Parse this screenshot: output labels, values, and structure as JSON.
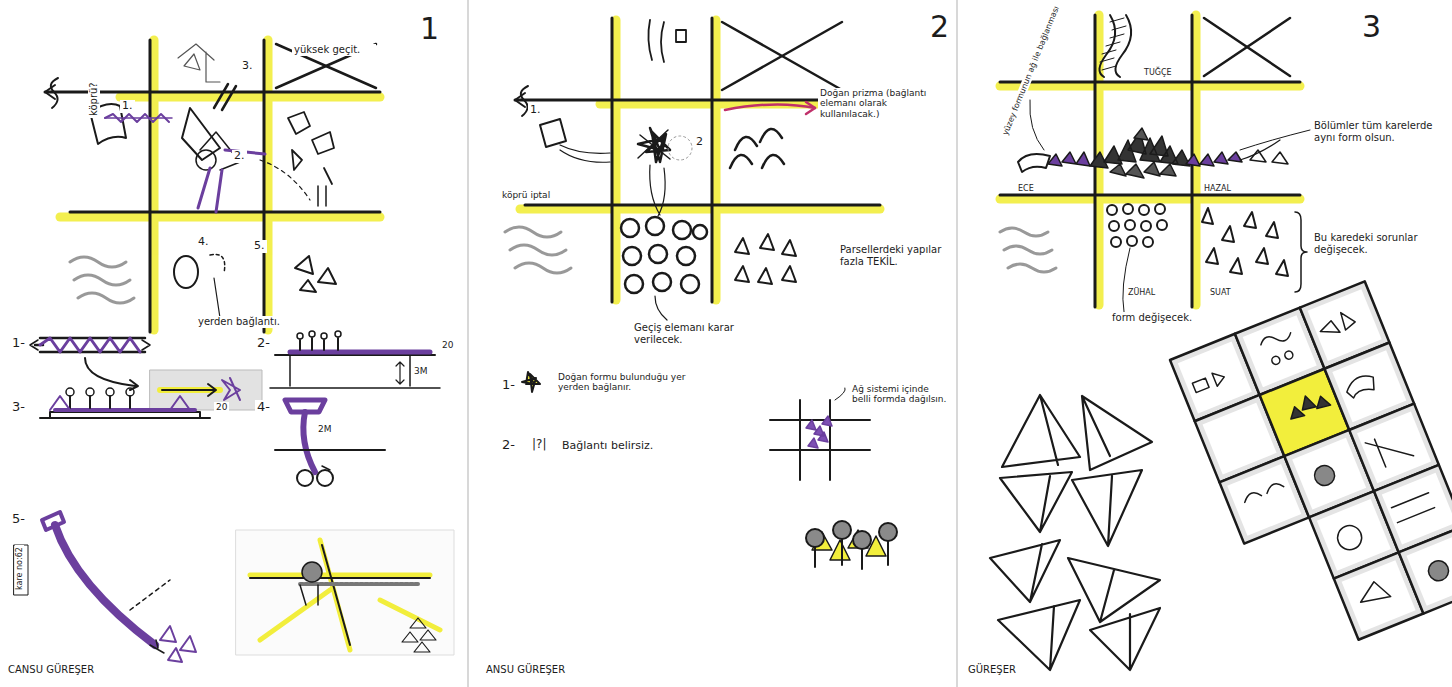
{
  "diagram": {
    "labels": [
      "1",
      "köprü?",
      "yüksek geçit.",
      "1.",
      "2.",
      "3.",
      "4.",
      "5.",
      "yerden bağlantı.",
      "1-",
      "2-",
      "20",
      "3M",
      "3-",
      "20",
      "4-",
      "2M",
      "5-",
      "kare no:62",
      "CANSU GÜREŞER",
      "2",
      "1.",
      "2",
      "Doğan prizma (bağlantı elemanı olarak kullanılacak.)",
      "köprü iptal",
      "Geçiş elemanı karar verilecek.",
      "Parsellerdeki yapılar fazla TEKİL.",
      "1-",
      "Doğan formu bulunduğu yer yerden bağlanır.",
      "2-",
      "|?|",
      "Bağlantı belirsiz.",
      "Ağ sistemi içinde belli formda dağılsın.",
      "ANSU GÜREŞER",
      "3",
      "yüzey formunun ağ ile bağlanması",
      "TUĞÇE",
      "ECE",
      "HAZAL",
      "Bölümler tüm karelerde aynı form olsun.",
      "Bu karedeki sorunlar değişecek.",
      "ZÜHAL",
      "SUAT",
      "form değişecek.",
      "GÜREŞER"
    ]
  }
}
